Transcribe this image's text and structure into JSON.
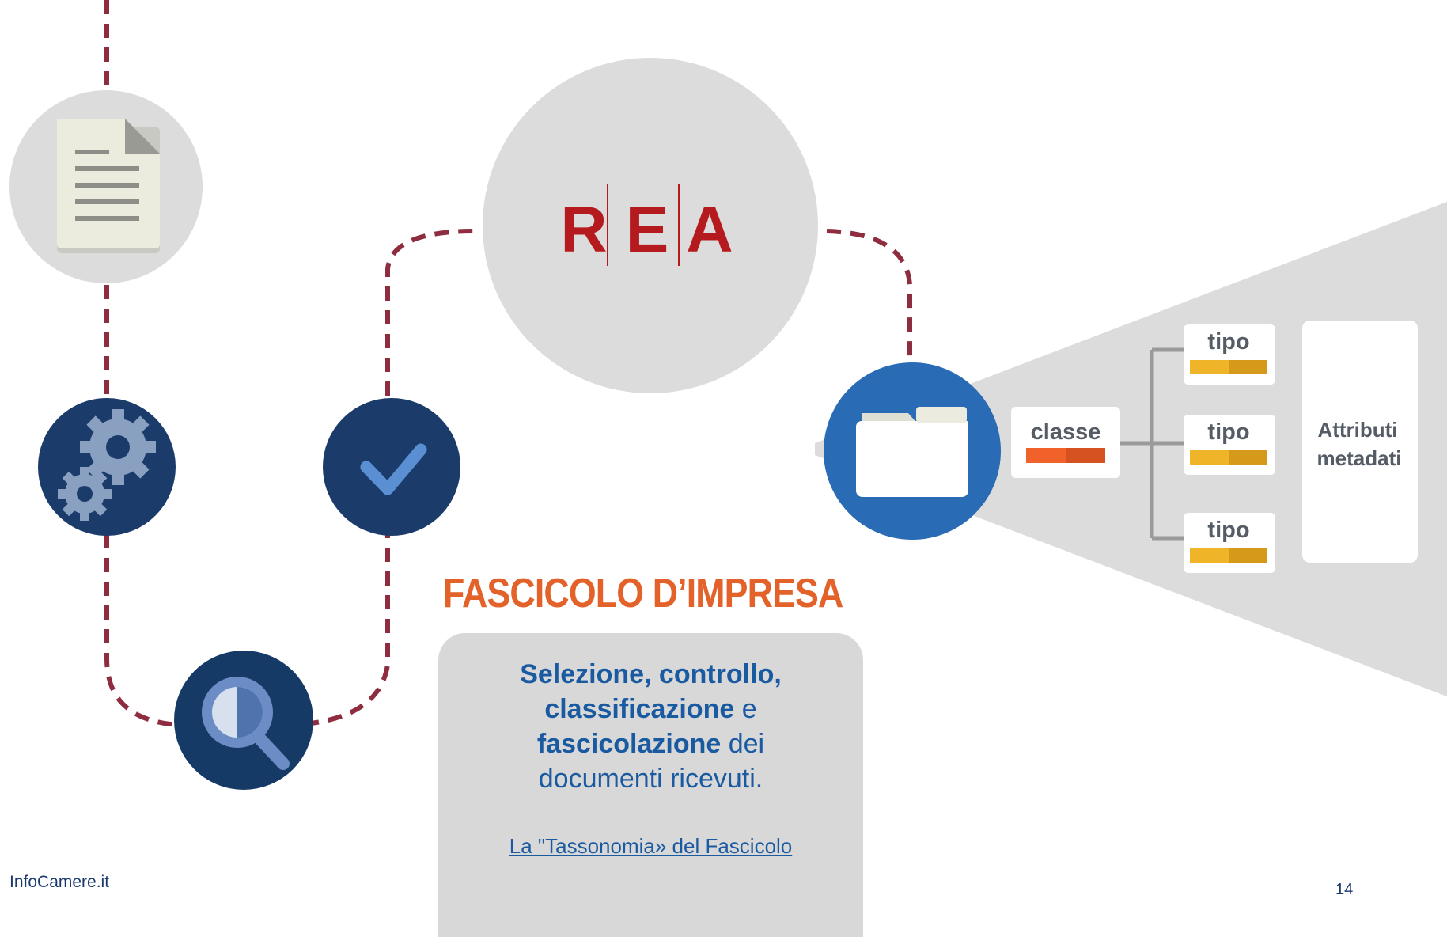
{
  "logo": {
    "letters": [
      "R",
      "E",
      "A"
    ]
  },
  "title": "FASCICOLO D’IMPRESA",
  "description": {
    "line1_bold": "Selezione, controllo,",
    "line2_bold": "classificazione",
    "line2_rest": " e",
    "line3_bold": "fascicolazione",
    "line3_rest": " dei",
    "line4": "documenti ricevuti.",
    "link": "La \"Tassonomia» del Fascicolo"
  },
  "taxonomy": {
    "class_label": "classe",
    "type_labels": [
      "tipo",
      "tipo",
      "tipo"
    ],
    "attributes_line1": "Attributi",
    "attributes_line2": "metadati"
  },
  "footer": {
    "brand": "InfoCamere.it",
    "page_number": "14"
  },
  "icons": [
    "document-icon",
    "gears-icon",
    "checkmark-icon",
    "magnifier-icon",
    "folder-icon"
  ],
  "colors": {
    "dashed_path": "#8e2d3f",
    "circle_grey": "#dcdcdc",
    "circle_navy": "#1b3c6b",
    "folder_blue": "#2a6bb5",
    "title_orange": "#e2622a",
    "link_blue": "#1a5aa0",
    "rea_red": "#b41a1e",
    "class_bar": "#e8521e",
    "type_bar": "#f0b428"
  }
}
